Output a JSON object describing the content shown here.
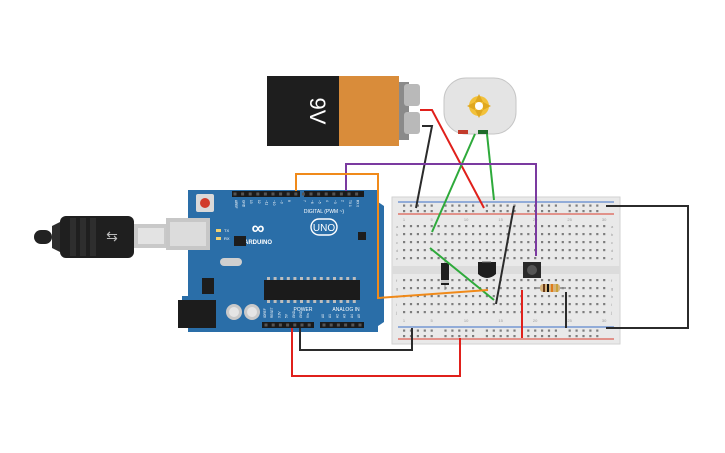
{
  "battery": {
    "label": "9V"
  },
  "arduino": {
    "brand": "ARDUINO",
    "model": "UNO",
    "digital_label": "DIGITAL (PWM ~)",
    "power_label": "POWER",
    "analog_label": "ANALOG IN",
    "led_labels": [
      "TX",
      "RX"
    ],
    "top_pins": [
      "AREF",
      "GND",
      "13",
      "12",
      "~11",
      "~10",
      "~9",
      "8",
      "",
      "7",
      "~6",
      "~5",
      "4",
      "~3",
      "2",
      "TX 1",
      "RX 0"
    ],
    "power_pins": [
      "IOREF",
      "RESET",
      "3.3V",
      "5V",
      "GND",
      "GND",
      "Vin"
    ],
    "analog_pins": [
      "A0",
      "A1",
      "A2",
      "A3",
      "A4",
      "A5"
    ]
  },
  "breadboard": {
    "top_columns": [
      "1",
      "5",
      "10",
      "15",
      "20",
      "25",
      "30"
    ],
    "row_letters": [
      "a",
      "b",
      "c",
      "d",
      "e",
      "f",
      "g",
      "h",
      "i",
      "j"
    ]
  },
  "colors": {
    "wire_red": "#e0201b",
    "wire_black": "#2b2b2b",
    "wire_green": "#2eaa3b",
    "wire_orange": "#f08a1a",
    "wire_purple": "#7b3aa0",
    "board_blue": "#2a6ea8",
    "breadboard": "#e9e9e9"
  }
}
